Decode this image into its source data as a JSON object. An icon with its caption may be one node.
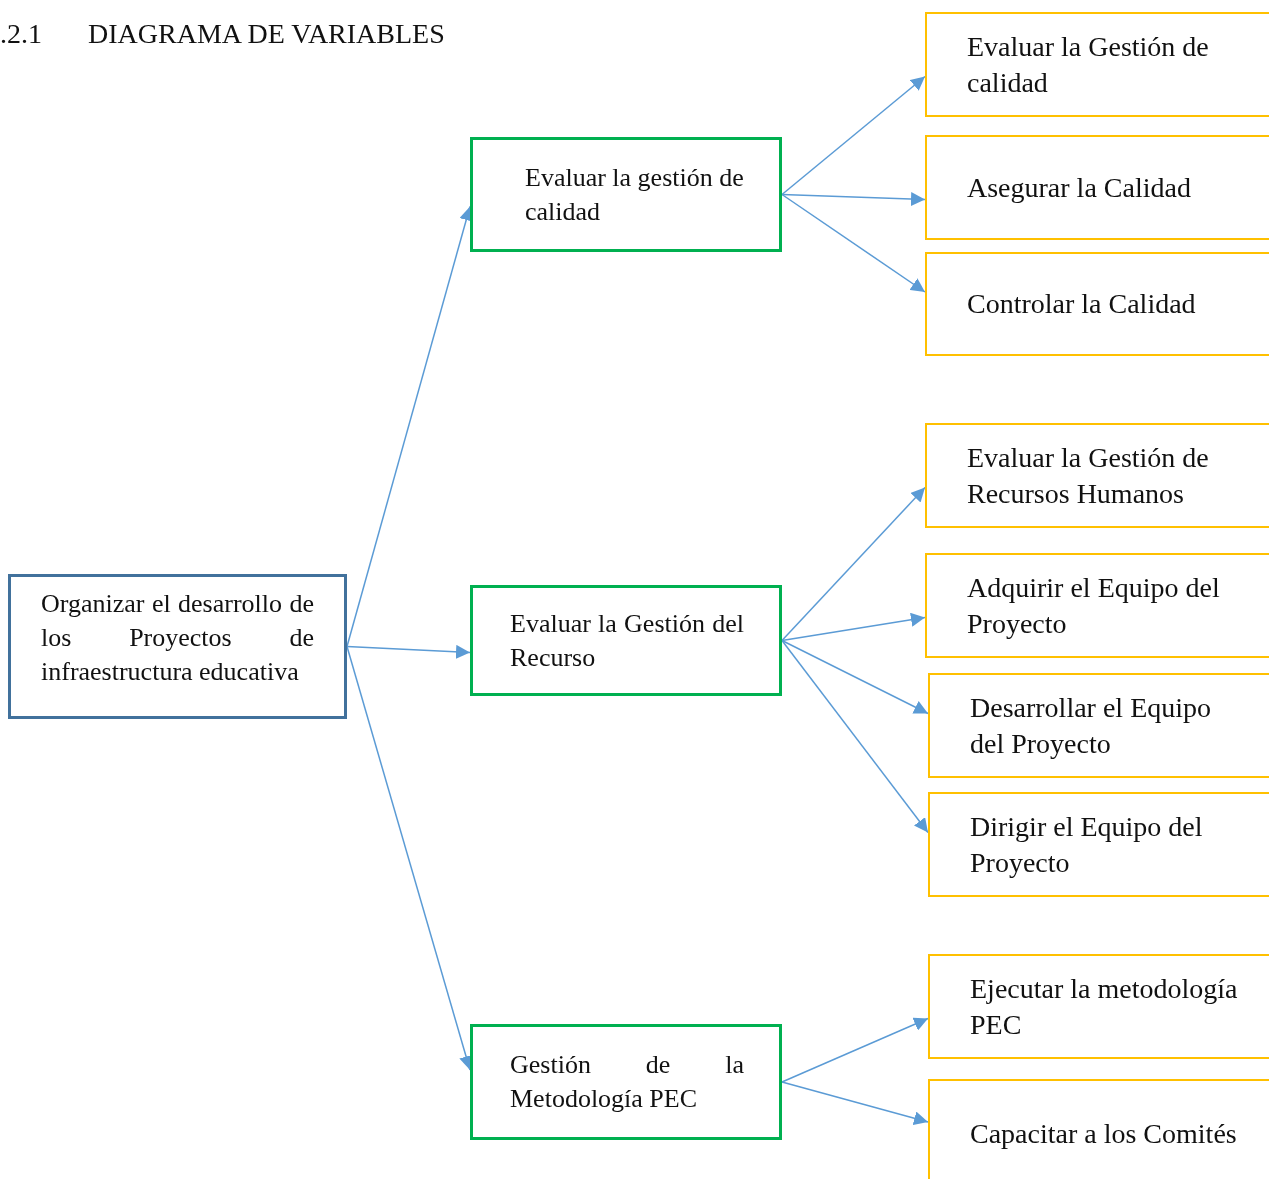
{
  "diagram": {
    "title": "DIAGRAMA DE VARIABLES",
    "nodes": [
      {
        "text": [
          "Organizar el desarrollo de los Proyectos de infraestructura educativa"
        ]
      },
      {
        "text": [
          "Evaluar la gestión de calidad"
        ]
      },
      {
        "text": [
          "Evaluar la Gestión del Recurso"
        ]
      },
      {
        "text": [
          "Gestión de la Metodología PEC"
        ]
      },
      {
        "text": [
          "Evaluar la Gestión de calidad"
        ]
      },
      {
        "text": [
          "Asegurar la Calidad"
        ]
      },
      {
        "text": [
          "Controlar la Calidad"
        ]
      },
      {
        "text": [
          "Evaluar la Gestión de Recursos Humanos"
        ]
      },
      {
        "text": [
          "Adquirir el Equipo del Proyecto"
        ]
      },
      {
        "text": [
          "Desarrollar el Equipo del Proyecto"
        ]
      },
      {
        "text": [
          "Dirigir el Equipo del Proyecto"
        ]
      },
      {
        "text": [
          "Ejecutar la metodología PEC"
        ]
      },
      {
        "text": [
          "Capacitar a los Comités"
        ]
      }
    ],
    "edges": [
      {
        "from": 0,
        "to": 1,
        "arrow": "to"
      },
      {
        "from": 0,
        "to": 2,
        "arrow": "to"
      },
      {
        "from": 0,
        "to": 3,
        "arrow": "to"
      },
      {
        "from": 1,
        "to": 4,
        "arrow": "to"
      },
      {
        "from": 1,
        "to": 5,
        "arrow": "to"
      },
      {
        "from": 1,
        "to": 6,
        "arrow": "to"
      },
      {
        "from": 2,
        "to": 7,
        "arrow": "to"
      },
      {
        "from": 2,
        "to": 8,
        "arrow": "to"
      },
      {
        "from": 2,
        "to": 9,
        "arrow": "to"
      },
      {
        "from": 2,
        "to": 10,
        "arrow": "to"
      },
      {
        "from": 3,
        "to": 11,
        "arrow": "to"
      },
      {
        "from": 3,
        "to": 12,
        "arrow": "to"
      }
    ],
    "labels": [
      ".2.1"
    ]
  }
}
